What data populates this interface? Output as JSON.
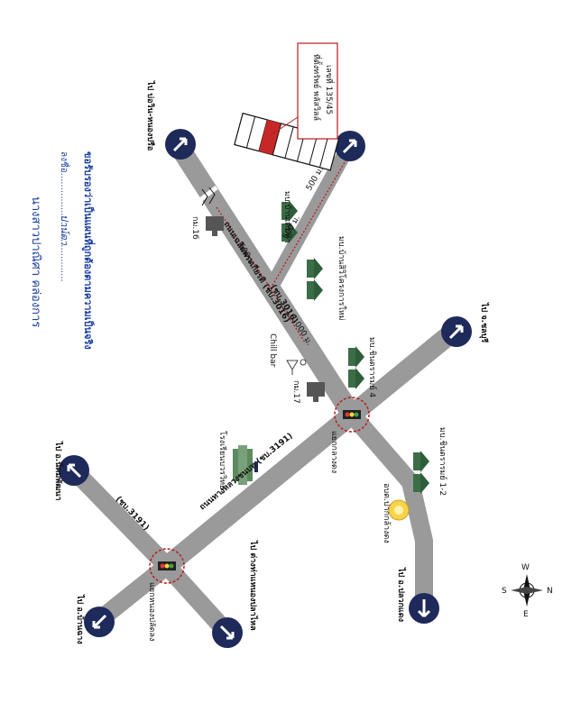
{
  "destinations": {
    "top_left": "ไป บ่อวิน-หนองปรือ",
    "top_right": "ไป จ.ชลบุรี",
    "right": "ไป อ.ปลวกแดง",
    "bottom_left": "ไป อ.บ้านฉาง",
    "bottom_center": "ไป ต่างท่าแหนองปลาไหล",
    "left": "ไป อ.นิคมพัฒนา"
  },
  "property": {
    "title": "ที่ตั้งทรัพย์ พลัสวิลล์",
    "address": "เลขที่ 135/45"
  },
  "villages": {
    "v1": "มบ.บ้านเดิมฟ้า",
    "v2": "มบ.บ้านสิวิโครงการใหม่",
    "v3": "มบ.ชินตรารมย์ 4",
    "v4": "มบ.ชินตรารมย์ 1-2"
  },
  "landmarks": {
    "km16": "กม.16",
    "km17": "กม.17",
    "chill_bar": "Chill bar",
    "school": "โรงเรียนบวรวิทยา",
    "municipality": "อบต.ปากกล้างดง",
    "junction1": "แยกกลางดง",
    "junction2": "แยกหนองปลัดลง"
  },
  "roads": {
    "road_a": "ถนนเฉลิมพระเกียรติ (ชบ.3016)",
    "road_b": "ถนนทางหลวงชนบท (ชบ.3191)",
    "road_c": "(ชบ.3191)",
    "road_d": "(ชบ.3016)",
    "dist1": "500 ม.",
    "dist2": "500 ม.",
    "dist3": "1,000 ม.",
    "dist4": "500 ม."
  },
  "signature": {
    "line1": "ขอรับรองว่าเป็นแผนที่ถูกต้องตามความเป็นจริง",
    "sign_label": "ลงชื่อ......................................",
    "sign_mark": "ปาน์ดา",
    "name": "นางสาวปาณิศา คล่องการ"
  },
  "compass": {
    "n": "N",
    "s": "S",
    "e": "E",
    "w": "W"
  },
  "colors": {
    "road": "#9a9a9a",
    "circle": "#1e2a5a",
    "property_red": "#c62828",
    "junction_ring": "#b71c1c",
    "signature_blue": "#1b3fa0",
    "village": "#2e5d3a"
  }
}
